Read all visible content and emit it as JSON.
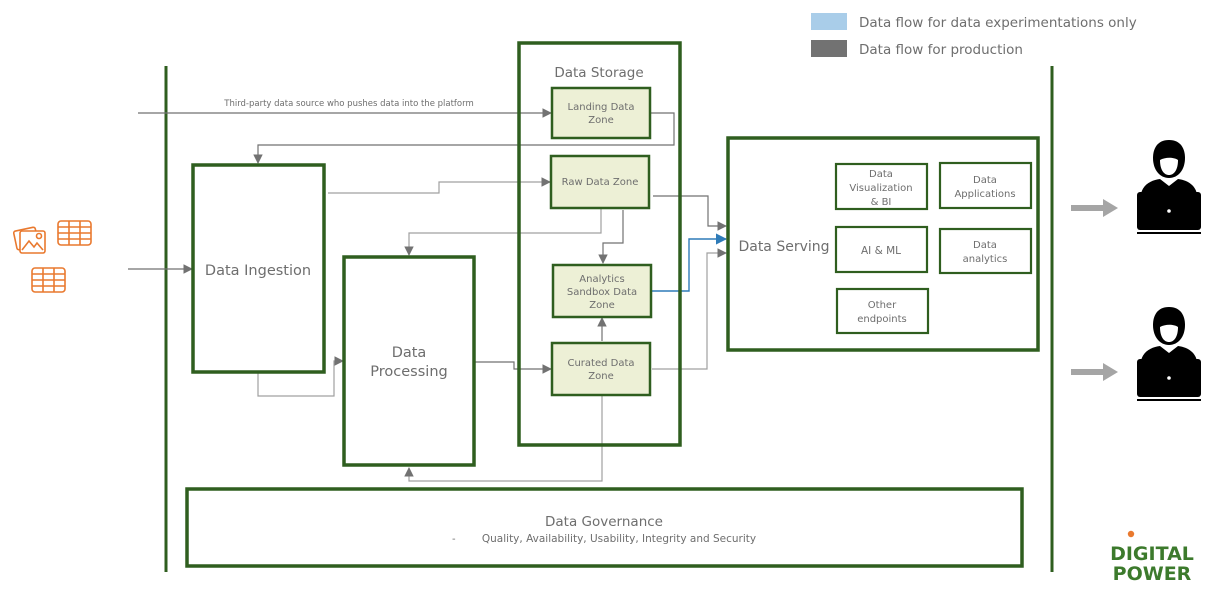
{
  "legend": {
    "items": [
      {
        "label": "Data flow for data experimentations only",
        "color": "#a9cde9"
      },
      {
        "label": "Data flow for production",
        "color": "#727272"
      }
    ]
  },
  "colors": {
    "box_border": "#2f5e1f",
    "zone_fill": "#edf0d6",
    "production_flow": "#727272",
    "experimental_flow": "#2e7bb8",
    "source_icon": "#e9792f",
    "user_arrow": "#a5a5a5",
    "logo": "#3c7a2c",
    "logo_dot": "#e9792f"
  },
  "sources": {
    "icons": [
      "image-icon",
      "table-icon",
      "table-icon"
    ]
  },
  "third_party": {
    "label": "Third-party data source who pushes data into the platform"
  },
  "ingestion": {
    "label": "Data Ingestion"
  },
  "processing": {
    "line1": "Data",
    "line2": "Processing"
  },
  "storage": {
    "title": "Data Storage",
    "zones": {
      "landing": {
        "line1": "Landing Data",
        "line2": "Zone"
      },
      "raw": {
        "line1": "Raw Data Zone"
      },
      "sandbox": {
        "line1": "Analytics",
        "line2": "Sandbox Data",
        "line3": "Zone"
      },
      "curated": {
        "line1": "Curated Data",
        "line2": "Zone"
      }
    }
  },
  "serving": {
    "title": "Data Serving",
    "items": {
      "viz": {
        "line1": "Data",
        "line2": "Visualization",
        "line3": "& BI"
      },
      "apps": {
        "line1": "Data",
        "line2": "Applications"
      },
      "aiml": {
        "line1": "AI & ML"
      },
      "analytics": {
        "line1": "Data",
        "line2": "analytics"
      },
      "other": {
        "line1": "Other",
        "line2": "endpoints"
      }
    }
  },
  "governance": {
    "title": "Data Governance",
    "bullet": "-",
    "subtitle": "Quality, Availability, Usability, Integrity and Security"
  },
  "users": [
    {
      "icon": "user-laptop-icon"
    },
    {
      "icon": "user-laptop-icon"
    }
  ],
  "logo": {
    "line1": "DIGITAL",
    "line2": "POWER"
  }
}
